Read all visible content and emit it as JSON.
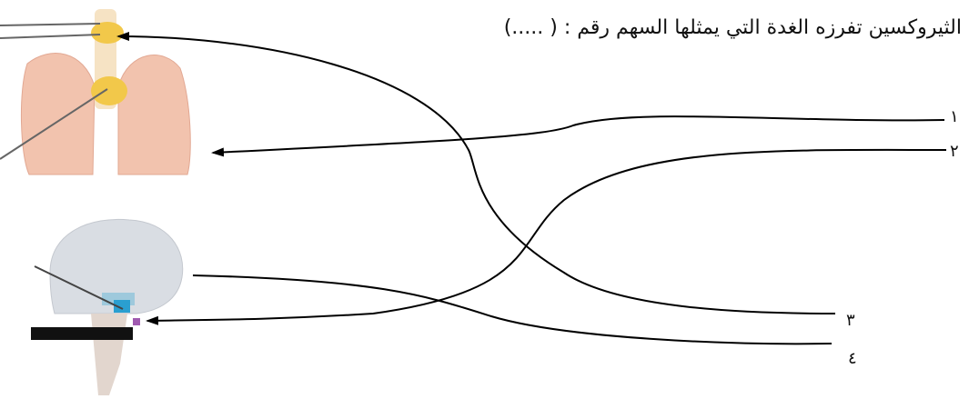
{
  "question": "الثيروكسين تفرزه الغدة التي يمثلها السهم رقم : ( .....)",
  "labels": [
    "١",
    "٢",
    "٣",
    "٤"
  ],
  "colors": {
    "lung": "#f2c0aa",
    "lung_edge": "#dea08c",
    "gland": "#f2c84a",
    "brain": "#d9dde3",
    "pituitary": "#2a9fd0",
    "arrow": "#000000"
  },
  "images": [
    "lungs-and-thyroid-illustration",
    "brain-and-pituitary-illustration"
  ]
}
